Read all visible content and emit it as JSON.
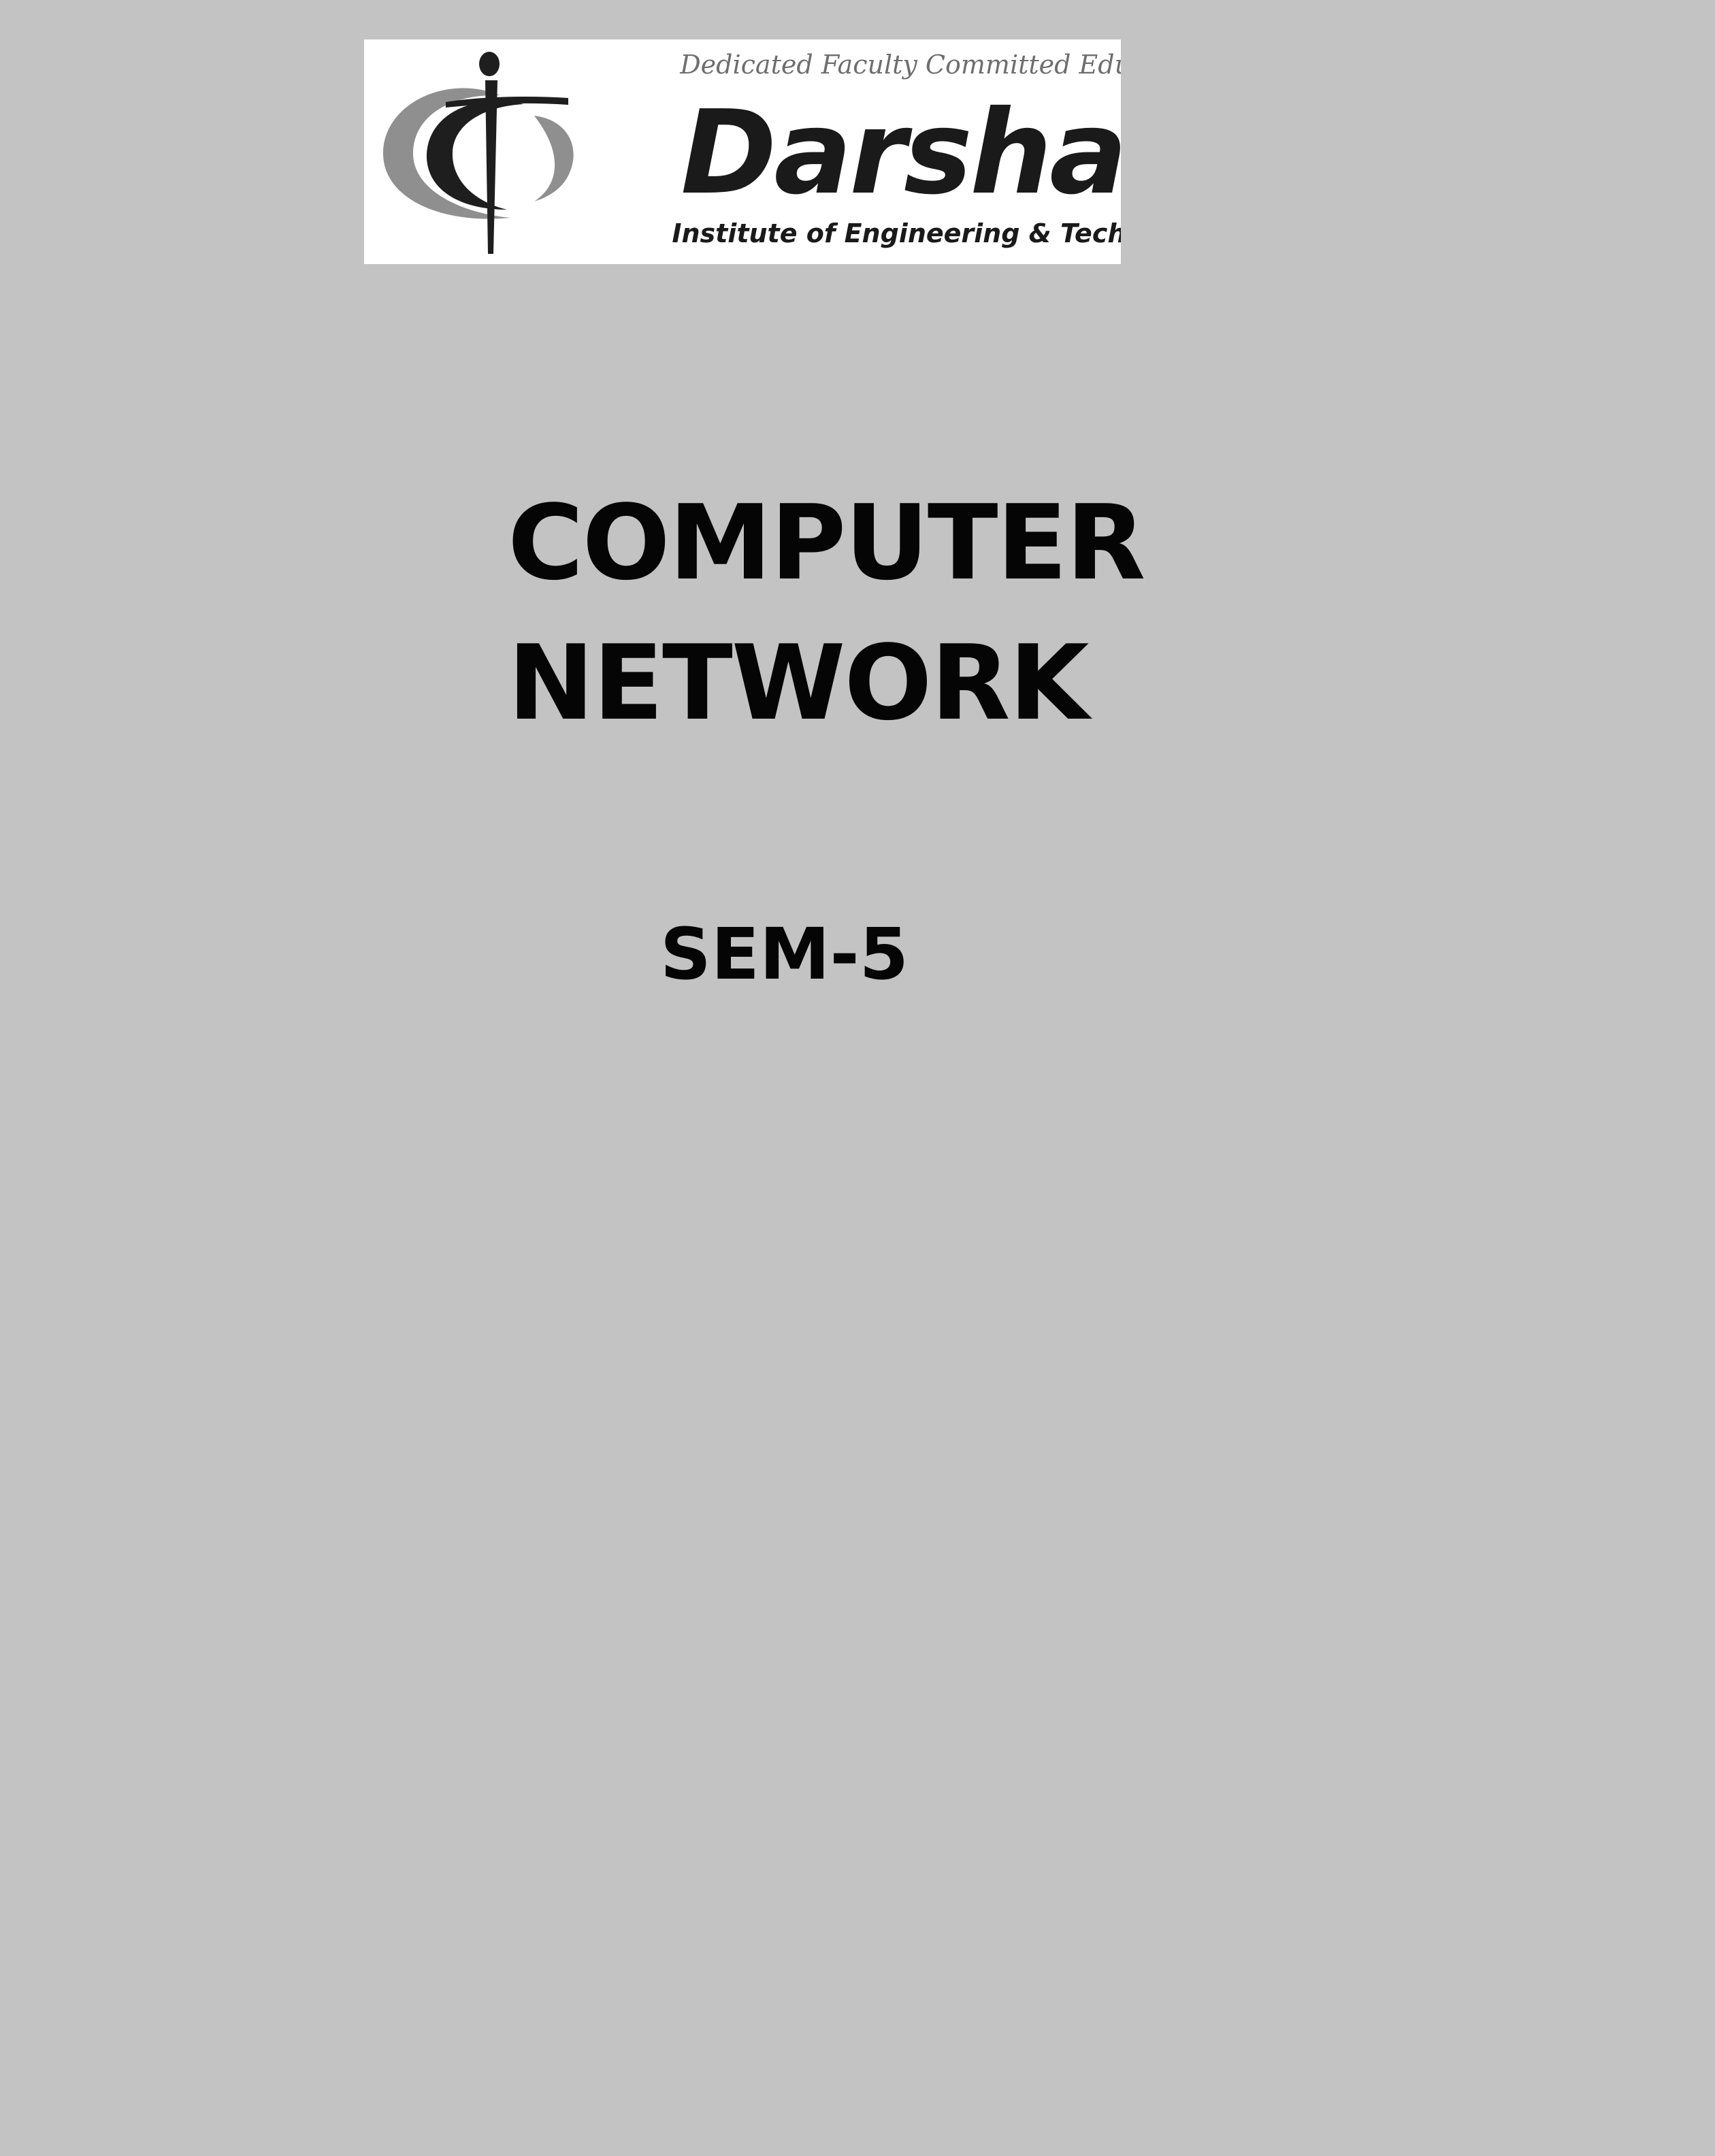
{
  "logo": {
    "name": "darshan-logo",
    "tagline": "Dedicated Faculty Committed Education",
    "brand": "Darshan",
    "subtitle": "Institute of Engineering & Technology",
    "colors": {
      "dark": "#1a1a1a",
      "swoosh": "#8a8a8a",
      "tagline": "#6e6e6e"
    }
  },
  "document": {
    "title_line1": "COMPUTER",
    "title_line2": "NETWORK",
    "semester": "SEM-5"
  },
  "colors": {
    "page_background": "#c3c3c3",
    "text": "#050505"
  }
}
